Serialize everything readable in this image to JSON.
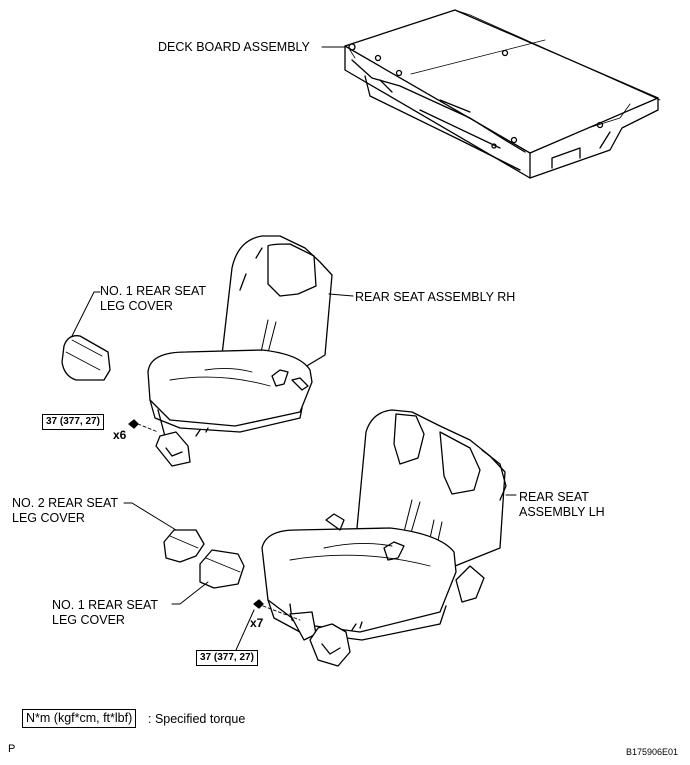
{
  "labels": {
    "deck_board": "DECK BOARD ASSEMBLY",
    "rh_leg_cover_line1": "NO. 1 REAR SEAT",
    "rh_leg_cover_line2": "LEG COVER",
    "rear_seat_rh": "REAR SEAT ASSEMBLY RH",
    "no2_leg_cover_line1": "NO. 2 REAR SEAT",
    "no2_leg_cover_line2": "LEG COVER",
    "lh_leg_cover_line1": "NO. 1 REAR SEAT",
    "lh_leg_cover_line2": "LEG COVER",
    "rear_seat_lh_line1": "REAR SEAT",
    "rear_seat_lh_line2": "ASSEMBLY LH"
  },
  "torque": {
    "rh_value": "37 (377, 27)",
    "rh_count": "x6",
    "lh_value": "37 (377, 27)",
    "lh_count": "x7"
  },
  "legend": {
    "unit_box": "N*m (kgf*cm, ft*lbf)",
    "description": ": Specified torque"
  },
  "footer": {
    "left_mark": "P",
    "figure_id": "B175906E01"
  }
}
